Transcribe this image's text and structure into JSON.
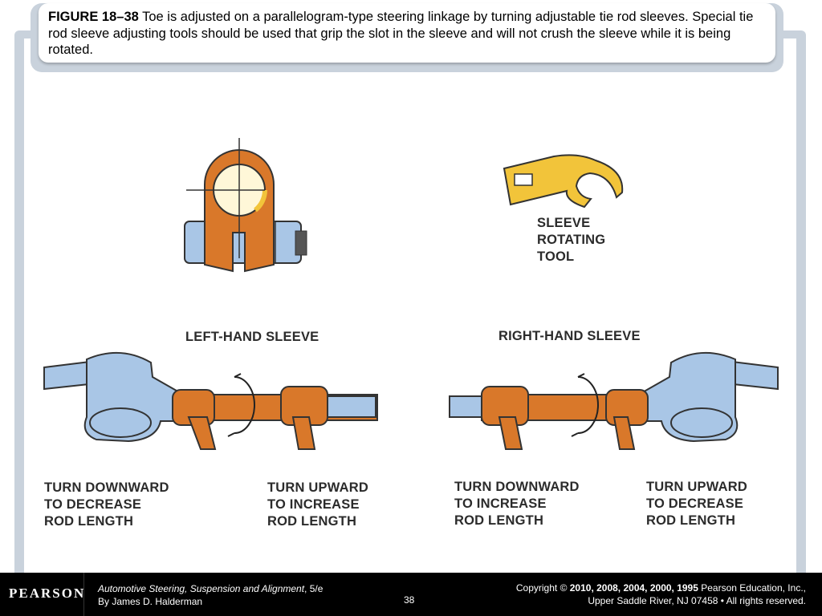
{
  "caption": {
    "figure_label": "FIGURE 18–38",
    "text": " Toe is adjusted on a parallelogram-type steering linkage by turning adjustable tie rod sleeves. Special tie rod sleeve adjusting tools should be used that grip the slot in the sleeve and will not crush the sleeve while it is being rotated."
  },
  "labels": {
    "tool": "SLEEVE\nROTATING\nTOOL",
    "left_heading": "LEFT-HAND SLEEVE",
    "right_heading": "RIGHT-HAND SLEEVE",
    "left_down": "TURN DOWNWARD\nTO DECREASE\nROD LENGTH",
    "left_up": "TURN UPWARD\nTO INCREASE\nROD LENGTH",
    "right_down": "TURN DOWNWARD\nTO INCREASE\nROD LENGTH",
    "right_up": "TURN UPWARD\nTO DECREASE\nROD LENGTH"
  },
  "footer": {
    "logo": "PEARSON",
    "book_title": "Automotive Steering, Suspension and Alignment",
    "edition": ", 5/e",
    "author": "By James D. Halderman",
    "page_number": "38",
    "copyright_prefix": "Copyright © ",
    "copyright_years": "2010, 2008, 2004, 2000, 1995",
    "publisher": " Pearson Education, Inc.,",
    "address": "Upper Saddle River, NJ 07458 • All rights reserved."
  },
  "colors": {
    "sleeve_orange": "#d9782a",
    "rod_blue": "#a9c6e6",
    "tool_yellow": "#f2c43a",
    "frame_gray": "#c9d2dc"
  }
}
